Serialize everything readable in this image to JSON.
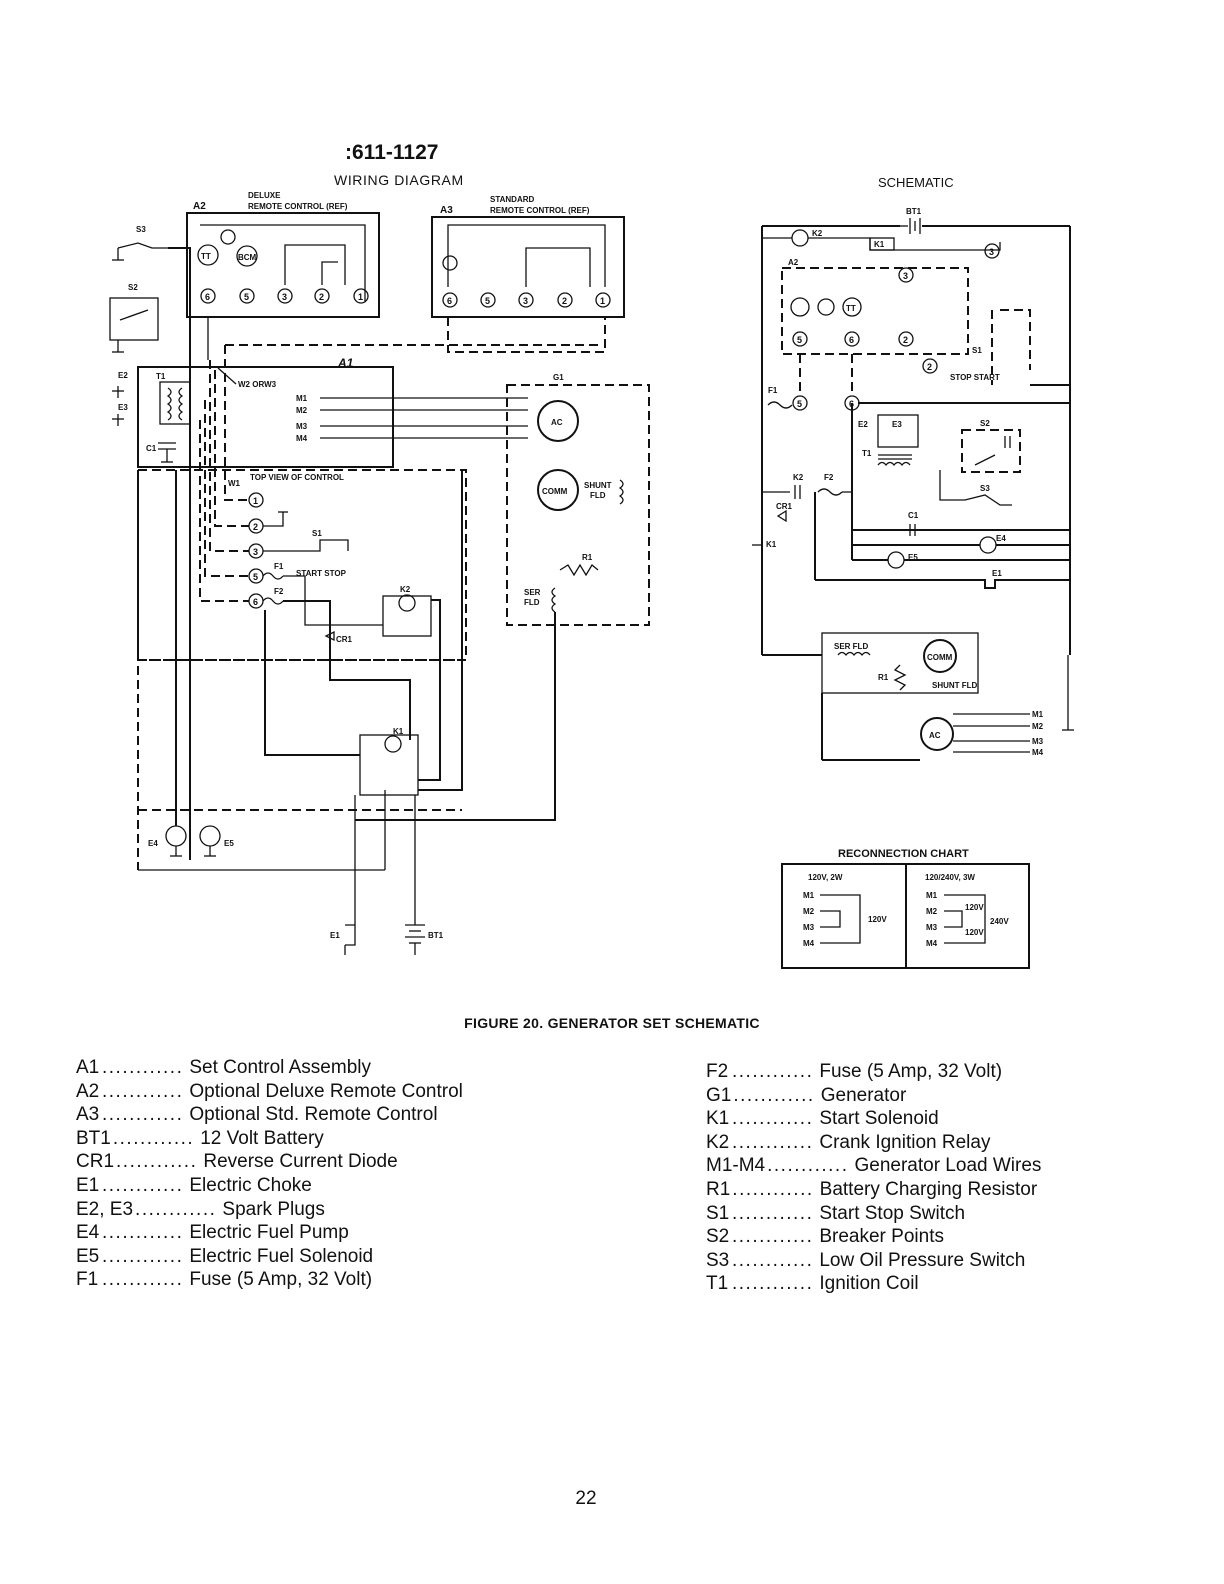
{
  "wiring": {
    "part_number": ":611-1127",
    "title": "WIRING  DIAGRAM",
    "a2_tag": "A2",
    "a2_title_1": "DELUXE",
    "a2_title_2": "REMOTE  CONTROL (REF)",
    "a3_tag": "A3",
    "a3_title_1": "STANDARD",
    "a3_title_2": "REMOTE  CONTROL (REF)",
    "s3": "S3",
    "s2": "S2",
    "e2": "E2",
    "e3": "E3",
    "t1": "T1",
    "c1": "C1",
    "a1": "A1",
    "w2": "W2 ORW3",
    "m1": "M1",
    "m2": "M2",
    "m3": "M3",
    "m4": "M4",
    "g1": "G1",
    "ac": "AC",
    "comm": "COMM",
    "shunt": "SHUNT",
    "fld": "FLD",
    "top_view": "TOP VIEW OF CONTROL",
    "w1": "W1",
    "s1": "S1",
    "f1": "F1",
    "f2": "F2",
    "start_stop": "START STOP",
    "k2": "K2",
    "cr1": "CR1",
    "k1": "K1",
    "r1": "R1",
    "ser": "SER",
    "e4": "E4",
    "e5": "E5",
    "e1": "E1",
    "bt1": "BT1",
    "tt": "TT",
    "bcm": "BCM",
    "terms": [
      "1",
      "2",
      "3",
      "5",
      "6"
    ]
  },
  "schematic": {
    "title": "SCHEMATIC",
    "bt1": "BT1",
    "k2": "K2",
    "k1": "K1",
    "a2": "A2",
    "s1": "S1",
    "stop_start": "STOP  START",
    "f1": "F1",
    "f2": "F2",
    "e2": "E2",
    "e3": "E3",
    "t1": "T1",
    "s2": "S2",
    "s3": "S3",
    "cr1": "CR1",
    "c1": "C1",
    "e4": "E4",
    "e5": "E5",
    "e1": "E1",
    "ser_fld": "SER FLD",
    "comm": "COMM",
    "r1": "R1",
    "shunt_fld": "SHUNT FLD",
    "ac": "AC",
    "m1": "M1",
    "m2": "M2",
    "m3": "M3",
    "m4": "M4"
  },
  "reconnection": {
    "title": "RECONNECTION  CHART",
    "col1": "120V, 2W",
    "col2": "120/240V, 3W",
    "m1": "M1",
    "m2": "M2",
    "m3": "M3",
    "m4": "M4",
    "v120": "120V",
    "v240": "240V"
  },
  "caption": "FIGURE  20.  GENERATOR SET SCHEMATIC",
  "legend_left": [
    {
      "code": "A1",
      "desc": "Set Control Assembly"
    },
    {
      "code": "A2",
      "desc": "Optional Deluxe Remote Control"
    },
    {
      "code": "A3",
      "desc": "Optional Std. Remote Control"
    },
    {
      "code": "BT1",
      "desc": "12 Volt Battery"
    },
    {
      "code": "CR1",
      "desc": "Reverse Current Diode"
    },
    {
      "code": "E1",
      "desc": "Electric Choke"
    },
    {
      "code": "E2, E3",
      "desc": "Spark Plugs"
    },
    {
      "code": "E4",
      "desc": "Electric Fuel Pump"
    },
    {
      "code": "E5",
      "desc": "Electric Fuel Solenoid"
    },
    {
      "code": "F1",
      "desc": "Fuse (5 Amp, 32 Volt)"
    }
  ],
  "legend_right": [
    {
      "code": "F2",
      "desc": "Fuse (5 Amp, 32 Volt)"
    },
    {
      "code": "G1",
      "desc": "Generator"
    },
    {
      "code": "K1",
      "desc": "Start Solenoid"
    },
    {
      "code": "K2",
      "desc": "Crank Ignition Relay"
    },
    {
      "code": "M1-M4",
      "desc": "Generator Load Wires"
    },
    {
      "code": "R1",
      "desc": "Battery Charging Resistor"
    },
    {
      "code": "S1",
      "desc": "Start Stop Switch"
    },
    {
      "code": "S2",
      "desc": "Breaker Points"
    },
    {
      "code": "S3",
      "desc": "Low Oil Pressure Switch"
    },
    {
      "code": "T1",
      "desc": "Ignition Coil"
    }
  ],
  "legend_dots": "............",
  "page_number": "22"
}
